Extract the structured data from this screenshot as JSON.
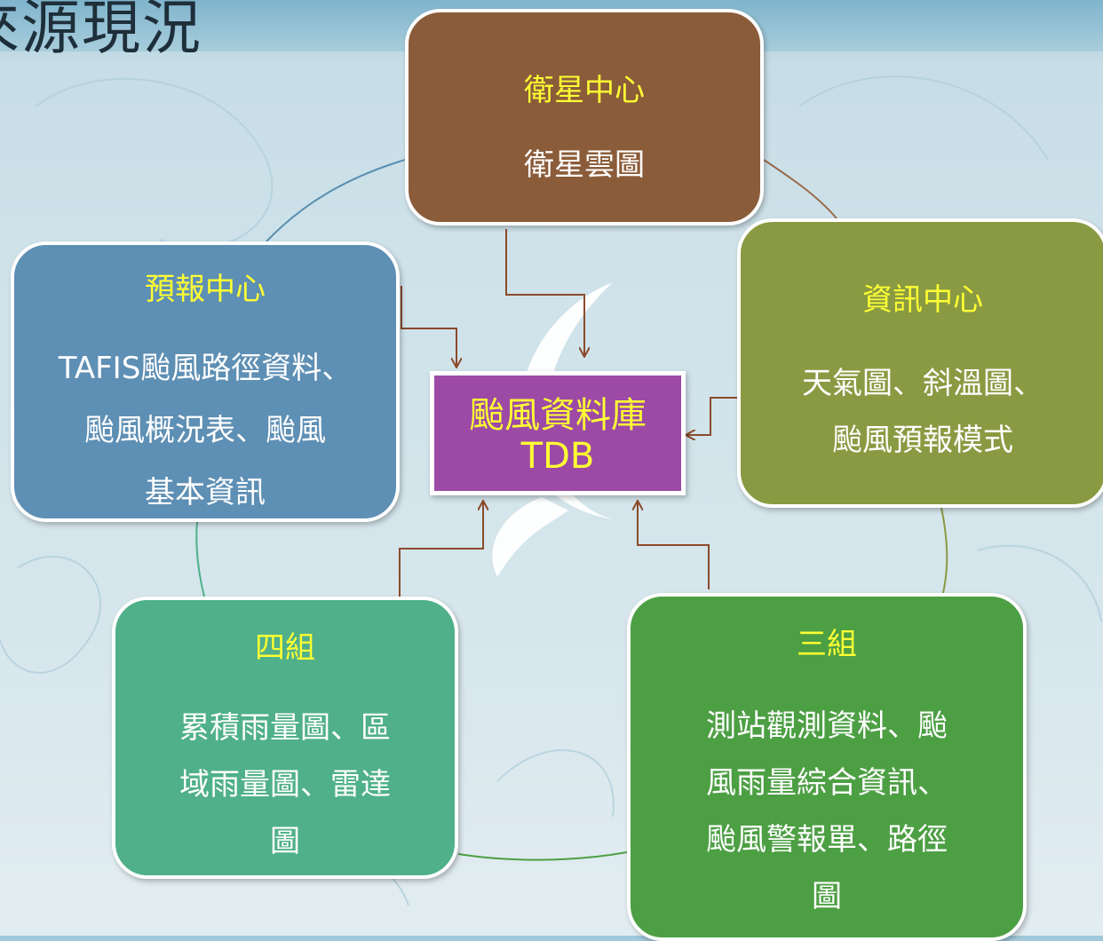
{
  "page": {
    "title": "來源現況"
  },
  "center": {
    "name": "颱風資料庫",
    "code": "TDB"
  },
  "nodes": {
    "satellite": {
      "title": "衛星中心",
      "body": "衛星雲圖"
    },
    "forecast": {
      "title": "預報中心",
      "body": [
        "TAFIS颱風路徑資料、",
        "颱風概況表、颱風",
        "基本資訊"
      ]
    },
    "information": {
      "title": "資訊中心",
      "body": [
        "天氣圖、斜溫圖、",
        "颱風預報模式"
      ]
    },
    "group4": {
      "title": "四組",
      "body": [
        "累積雨量圖、區",
        "域雨量圖、雷達",
        "圖"
      ]
    },
    "group3": {
      "title": "三組",
      "body": [
        "測站觀測資料、颱",
        "風雨量綜合資訊、",
        "颱風警報單、路徑",
        "圖"
      ]
    }
  },
  "colors": {
    "satellite": "#8b5c3a",
    "forecast": "#5e8fb4",
    "information": "#8a9a42",
    "group4": "#4fb08a",
    "group3": "#4d9f44",
    "center": "#9c4aa6",
    "heading": "#ffff33",
    "connector": "#8a4a2a"
  }
}
